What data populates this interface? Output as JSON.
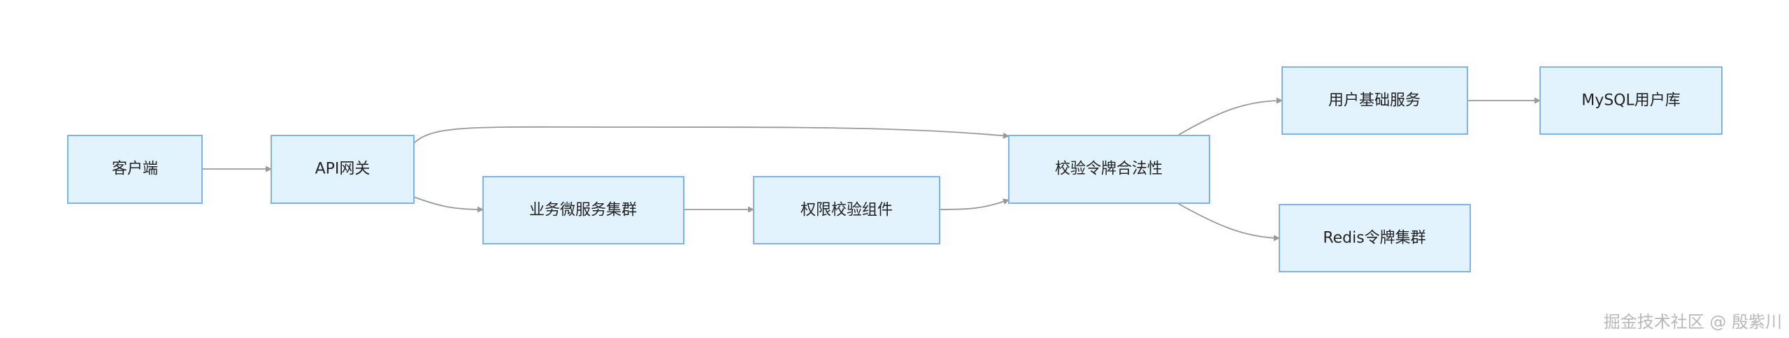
{
  "nodes": {
    "client": "客户端",
    "api_gateway": "API网关",
    "biz_cluster": "业务微服务集群",
    "auth_component": "权限校验组件",
    "token_validate": "校验令牌合法性",
    "user_service": "用户基础服务",
    "mysql": "MySQL用户库",
    "redis": "Redis令牌集群"
  },
  "edges": [
    [
      "client",
      "api_gateway"
    ],
    [
      "api_gateway",
      "token_validate"
    ],
    [
      "api_gateway",
      "biz_cluster"
    ],
    [
      "biz_cluster",
      "auth_component"
    ],
    [
      "auth_component",
      "token_validate"
    ],
    [
      "token_validate",
      "user_service"
    ],
    [
      "token_validate",
      "redis"
    ],
    [
      "user_service",
      "mysql"
    ]
  ],
  "watermark": "掘金技术社区 @ 殷紫川",
  "colors": {
    "node_fill": "#e3f3fd",
    "node_border": "#7fb2e5",
    "edge": "#999999"
  }
}
